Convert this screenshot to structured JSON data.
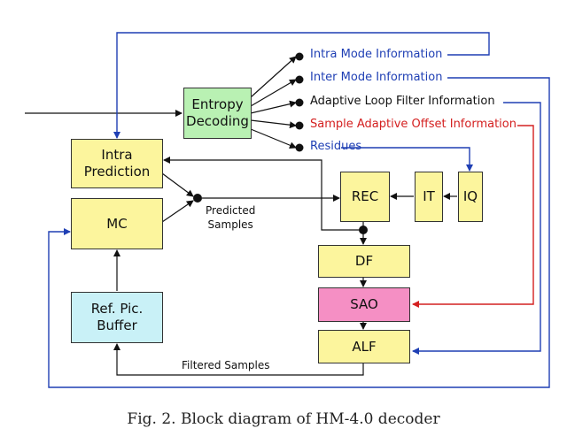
{
  "diagram": {
    "blocks": {
      "entropy": "Entropy\nDecoding",
      "intra": "Intra\nPrediction",
      "mc": "MC",
      "refpic": "Ref. Pic.\nBuffer",
      "rec": "REC",
      "it": "IT",
      "iq": "IQ",
      "df": "DF",
      "sao": "SAO",
      "alf": "ALF"
    },
    "outputs": [
      {
        "label": "Intra Mode Information",
        "color": "#1f3fb4"
      },
      {
        "label": "Inter Mode Information",
        "color": "#1f3fb4"
      },
      {
        "label": "Adaptive Loop Filter Information",
        "color": "#111111"
      },
      {
        "label": "Sample Adaptive Offset Information",
        "color": "#d42020"
      },
      {
        "label": "Residues",
        "color": "#1f3fb4"
      }
    ],
    "labels": {
      "predicted": "Predicted\nSamples",
      "filtered": "Filtered Samples"
    },
    "colors": {
      "intra_line": "#1f3fb4",
      "residue_line": "#1f3fb4",
      "alf_line": "#1f3fb4",
      "sao_line": "#d42020",
      "line": "#111111"
    }
  },
  "caption": "Fig. 2.  Block diagram of HM-4.0 decoder"
}
